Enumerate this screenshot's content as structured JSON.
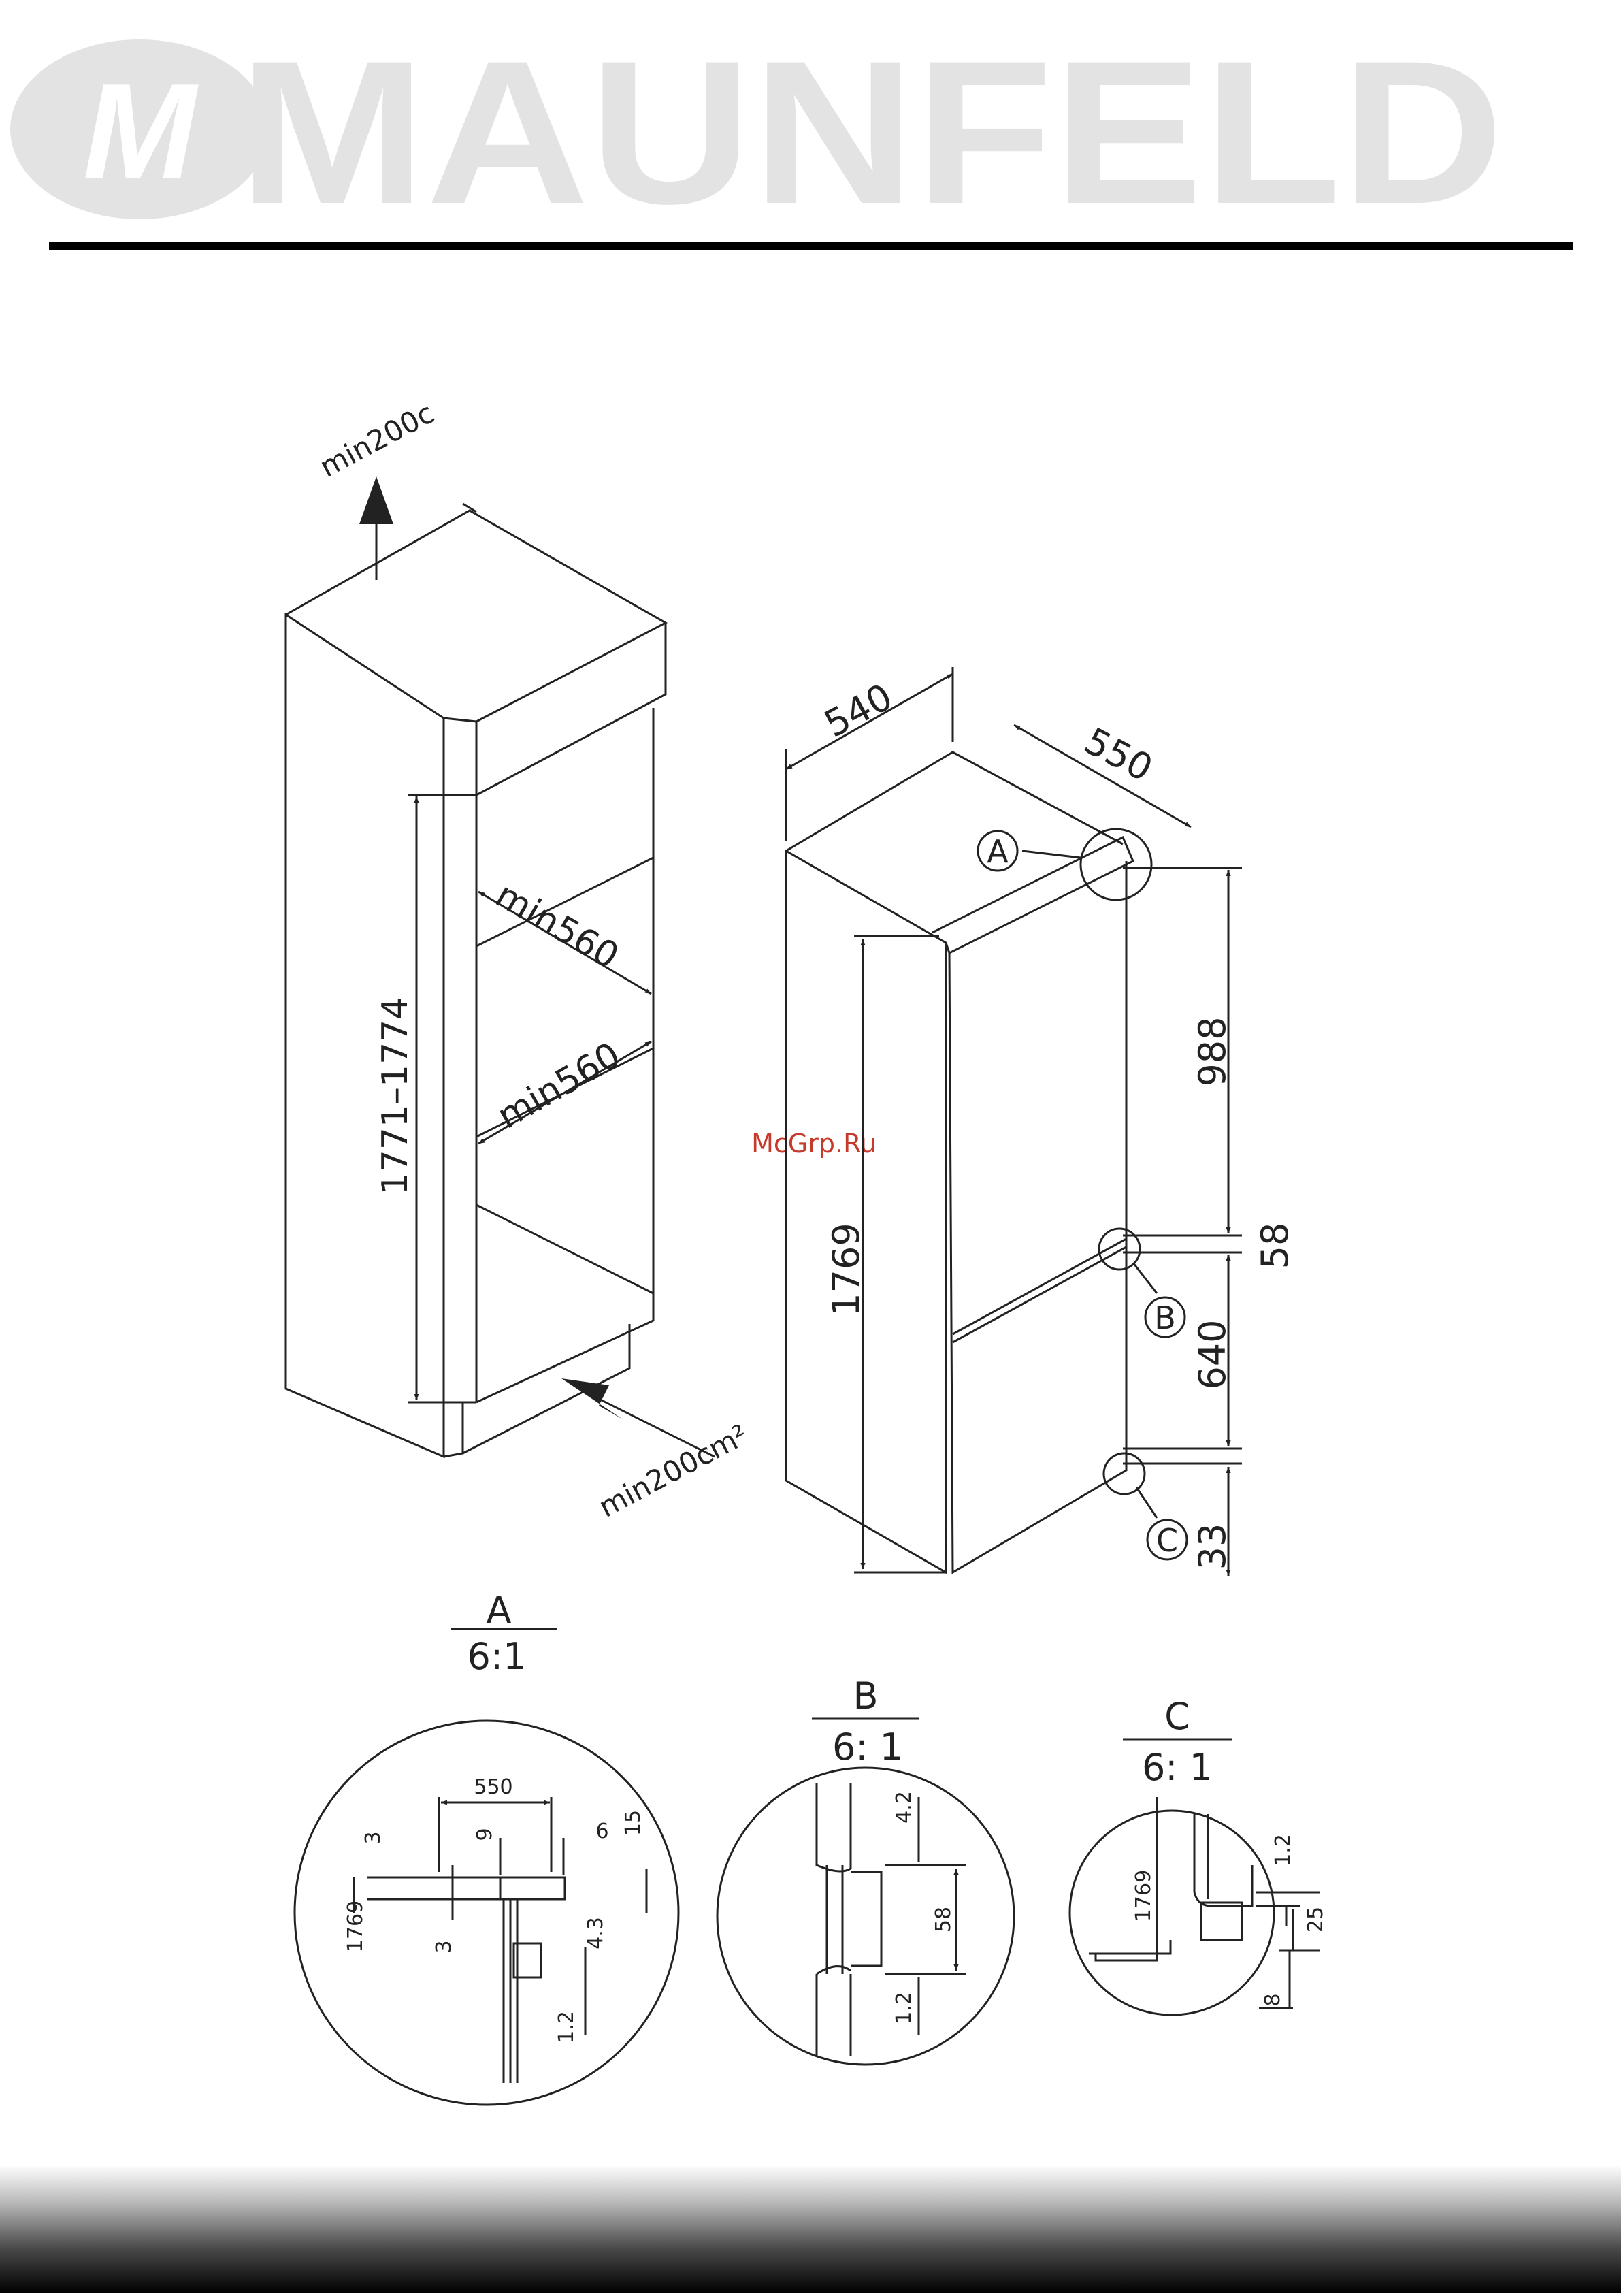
{
  "header": {
    "brand_text": "MAUNFELD",
    "logo_letters": "M",
    "brand_color": "#e3e3e3"
  },
  "watermark": "McGrp.Ru",
  "cabinet": {
    "top_vent": "min200c",
    "bottom_vent": "min200cm²",
    "height_range": "1771–1774",
    "width_min_upper": "min560",
    "width_min_lower": "min560"
  },
  "appliance": {
    "width": "540",
    "depth": "550",
    "height": "1769",
    "upper_section": "988",
    "gap": "58",
    "lower_section": "640",
    "base": "33",
    "marker_a": "A",
    "marker_b": "B",
    "marker_c": "C"
  },
  "details": {
    "a": {
      "letter": "A",
      "scale": "6:1",
      "dim_550": "550",
      "dim_9": "9",
      "dim_6": "6",
      "dim_15": "15",
      "dim_3_top": "3",
      "dim_3_bottom": "3",
      "dim_1769": "1769",
      "dim_43": "4.3",
      "dim_12": "1.2"
    },
    "b": {
      "letter": "B",
      "scale": "6: 1",
      "dim_42": "4.2",
      "dim_58": "58",
      "dim_12": "1.2"
    },
    "c": {
      "letter": "C",
      "scale": "6: 1",
      "dim_1769": "1769",
      "dim_12": "1.2",
      "dim_25": "25",
      "dim_8": "8"
    }
  }
}
